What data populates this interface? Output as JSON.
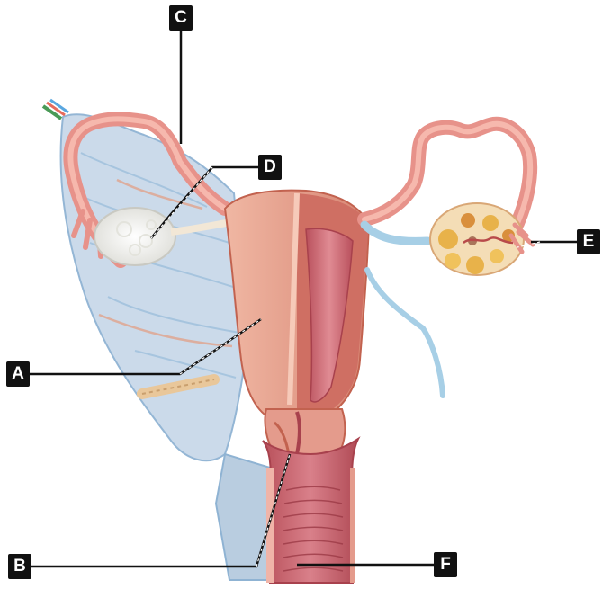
{
  "labels": {
    "a": "A",
    "b": "B",
    "c": "C",
    "d": "D",
    "e": "E",
    "f": "F"
  },
  "colors": {
    "ligament": "#c9d9e9",
    "ligament_edge": "#8fb3d3",
    "uterus": "#e29a86",
    "uterus_dark": "#c2624f",
    "uterine_lining": "#d4727c",
    "vagina_wall": "#c75a63",
    "ovary": "#f2f2ee",
    "ovary_section": "#e8b24a",
    "vessel": "#a7cfe6",
    "leader_line": "#111111",
    "tag_bg": "#111111"
  }
}
